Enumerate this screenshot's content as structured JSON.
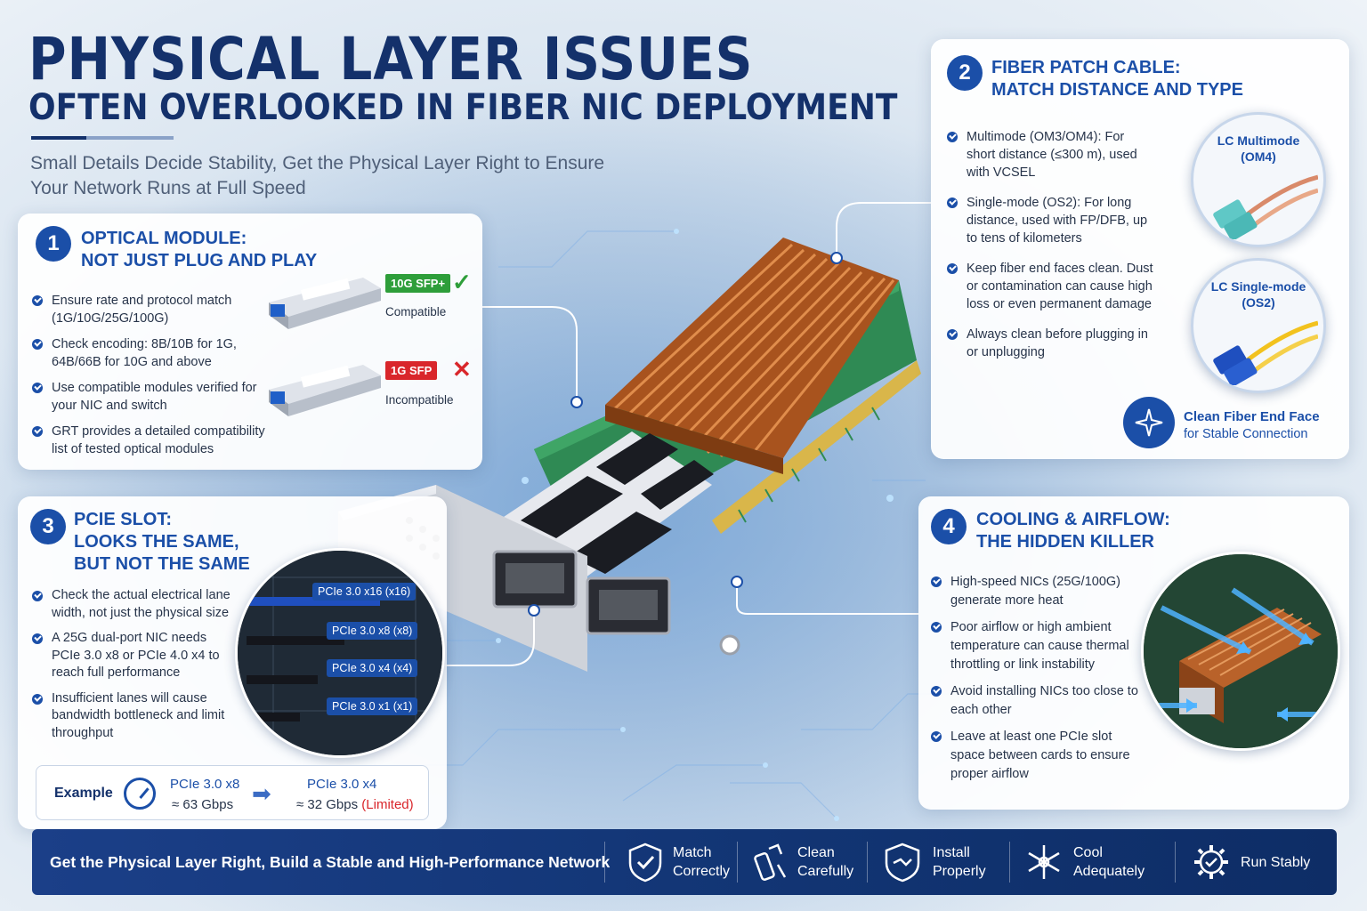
{
  "header": {
    "title": "PHYSICAL LAYER ISSUES",
    "subtitle": "OFTEN OVERLOOKED IN FIBER NIC DEPLOYMENT",
    "tagline_line1": "Small Details Decide Stability, Get the Physical Layer Right to Ensure",
    "tagline_line2": "Your Network Runs at Full Speed"
  },
  "card1": {
    "number": "1",
    "title_line1": "OPTICAL MODULE:",
    "title_line2": "NOT JUST PLUG AND PLAY",
    "bullets": [
      "Ensure rate and protocol match (1G/10G/25G/100G)",
      "Check encoding: 8B/10B for 1G, 64B/66B for 10G and above",
      "Use compatible modules verified for your NIC and switch",
      "GRT provides a detailed compatibility list of tested optical modules"
    ],
    "ok_badge": "10G SFP+",
    "ok_label": "Compatible",
    "bad_badge": "1G SFP",
    "bad_label": "Incompatible",
    "ok_color": "#2e9e3a",
    "bad_color": "#d9262b"
  },
  "card2": {
    "number": "2",
    "title_line1": "FIBER PATCH CABLE:",
    "title_line2": "MATCH DISTANCE AND TYPE",
    "bullets": [
      "Multimode (OM3/OM4): For short distance (≤300 m), used with VCSEL",
      "Single-mode (OS2): For long distance, used with FP/DFB, up to tens of kilometers",
      "Keep fiber end faces clean. Dust or contamination can cause high loss or even permanent damage",
      "Always clean before plugging in or unplugging"
    ],
    "mm_label_line1": "LC Multimode",
    "mm_label_line2": "(OM4)",
    "sm_label_line1": "LC Single-mode",
    "sm_label_line2": "(OS2)",
    "clean_title": "Clean Fiber End Face",
    "clean_sub": "for Stable Connection"
  },
  "card3": {
    "number": "3",
    "title_line1": "PCIE SLOT:",
    "title_line2": "LOOKS THE SAME,",
    "title_line3": "BUT NOT THE SAME",
    "bullets": [
      "Check the actual electrical lane width, not just the physical size",
      "A 25G dual-port NIC needs PCIe 3.0 x8 or PCIe 4.0 x4 to reach full performance",
      "Insufficient lanes will cause bandwidth bottleneck and limit throughput"
    ],
    "slots": [
      "PCIe 3.0 x16 (x16)",
      "PCIe 3.0 x8 (x8)",
      "PCIe 3.0 x4 (x4)",
      "PCIe 3.0 x1 (x1)"
    ],
    "example_label": "Example",
    "ex_left_title": "PCIe 3.0 x8",
    "ex_left_value": "≈ 63 Gbps",
    "ex_right_title": "PCIe 3.0 x4",
    "ex_right_value": "≈ 32 Gbps",
    "ex_right_note": "(Limited)"
  },
  "card4": {
    "number": "4",
    "title_line1": "COOLING & AIRFLOW:",
    "title_line2": "THE HIDDEN KILLER",
    "bullets": [
      "High-speed NICs (25G/100G) generate more heat",
      "Poor airflow or high ambient temperature can cause thermal throttling or link instability",
      "Avoid installing NICs too close to each other",
      "Leave at least one PCIe slot space between cards to ensure proper airflow"
    ]
  },
  "footer": {
    "text": "Get the Physical Layer Right, Build a Stable and High-Performance Network",
    "items": [
      {
        "line1": "Match",
        "line2": "Correctly",
        "icon": "shield-check-icon"
      },
      {
        "line1": "Clean",
        "line2": "Carefully",
        "icon": "cleaner-icon"
      },
      {
        "line1": "Install",
        "line2": "Properly",
        "icon": "shield-hand-icon"
      },
      {
        "line1": "Cool",
        "line2": "Adequately",
        "icon": "snowflake-icon"
      },
      {
        "line1": "Run Stably",
        "line2": "",
        "icon": "gear-check-icon"
      }
    ]
  },
  "colors": {
    "brand_blue": "#1b4fa8",
    "title_navy": "#14316b",
    "copper": "#c0692e"
  }
}
